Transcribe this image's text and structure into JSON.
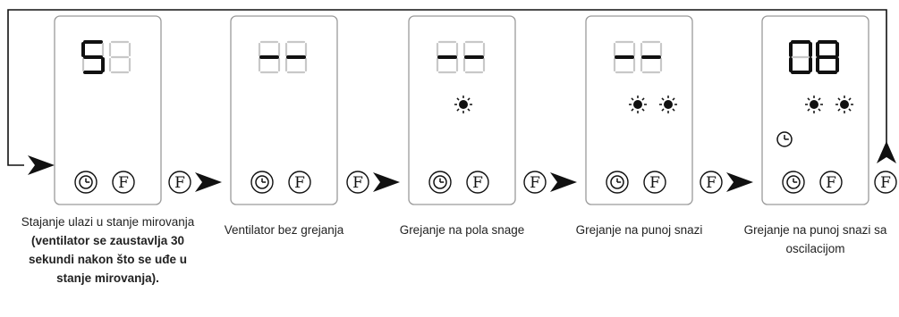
{
  "colors": {
    "line": "#111111",
    "panel_border": "#9a9a9a",
    "segment_on": "#111111",
    "segment_off": "#c8c8c8"
  },
  "button_labels": {
    "fan": "F"
  },
  "icons": {
    "timer": "clock-icon",
    "heat": "sun-icon",
    "arrow": "arrowhead-icon"
  },
  "states": [
    {
      "display_left": "5",
      "display_right": "8",
      "right_digit_dim": true,
      "left_digit_dim": false,
      "heat_level": 0,
      "oscillation": false,
      "caption_plain": "Stajanje ulazi u stanje mirovanja ",
      "caption_bold": "(ventilator se zaustavlja 30 sekundi nakon što se uđe u stanje mirovanja)."
    },
    {
      "display_left": "-",
      "display_right": "-",
      "heat_level": 0,
      "oscillation": false,
      "caption_plain": "Ventilator bez grejanja",
      "caption_bold": ""
    },
    {
      "display_left": "-",
      "display_right": "-",
      "heat_level": 1,
      "oscillation": false,
      "caption_plain": "Grejanje na pola snage",
      "caption_bold": ""
    },
    {
      "display_left": "-",
      "display_right": "-",
      "heat_level": 2,
      "oscillation": false,
      "caption_plain": "Grejanje na punoj snazi",
      "caption_bold": ""
    },
    {
      "display_left": "0",
      "display_right": "8",
      "heat_level": 2,
      "oscillation": true,
      "caption_plain": "Grejanje na punoj snazi sa oscilacijom",
      "caption_bold": ""
    }
  ]
}
